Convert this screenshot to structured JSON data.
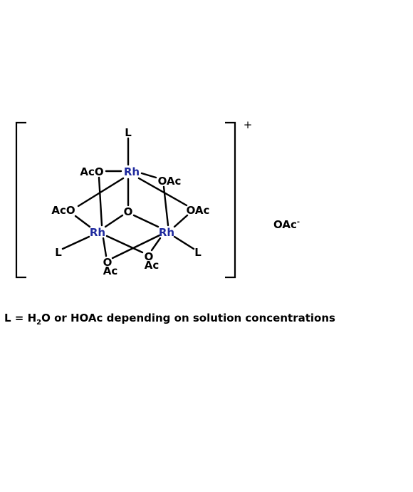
{
  "structure": {
    "atoms": {
      "L_top": "L",
      "Rh_top": "Rh",
      "AcO_upper_left": "AcO",
      "OAc_upper_right": "OAc",
      "O_center": "O",
      "AcO_mid_left": "AcO",
      "OAc_mid_right": "OAc",
      "Rh_left": "Rh",
      "Rh_right": "Rh",
      "L_left": "L",
      "L_right": "L",
      "O_bottom_left": "O",
      "Ac_bottom_left": "Ac",
      "O_bottom_right": "O",
      "Ac_bottom_right": "Ac"
    },
    "charge": "+",
    "colors": {
      "rhodium": "#1f2a9e",
      "default": "#000000"
    }
  },
  "counterion": {
    "base": "OAc",
    "charge": "-"
  },
  "note": {
    "prefix": "L = H",
    "subscript": "2",
    "suffix": "O or HOAc depending on solution concentrations"
  }
}
